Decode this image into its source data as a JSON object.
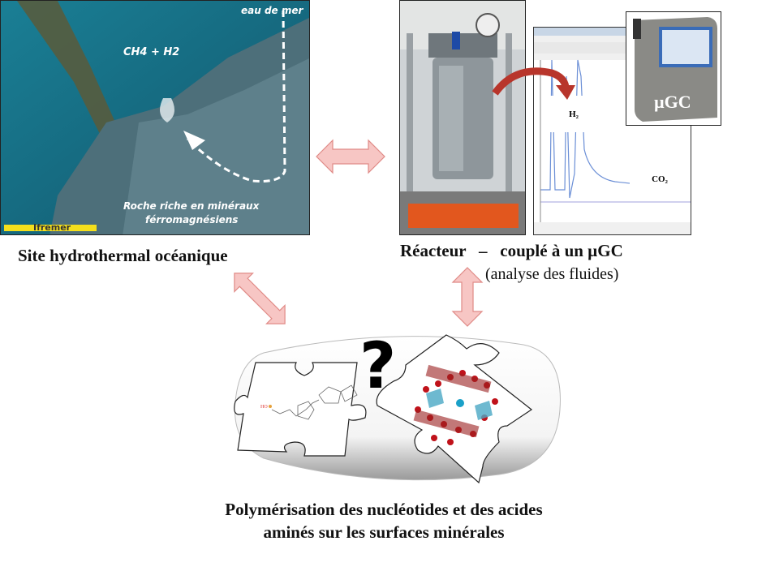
{
  "hydro_photo": {
    "labels": {
      "seawater": "eau de mer",
      "gases": "CH4 + H2",
      "rock_line1": "Roche riche en minéraux",
      "rock_line2": "férromagnésiens",
      "credit": "Ifremer"
    }
  },
  "chromatogram": {
    "peak_h2": "H₂",
    "peak_co2": "CO₂"
  },
  "ugc_label": "µGC",
  "captions": {
    "site": "Site hydrothermal océanique",
    "reactor": "Réacteur   –   couplé à un µGC",
    "reactor_sub": "(analyse des fluides)",
    "bottom_line1": "Polymérisation des nucléotides et des acides",
    "bottom_line2": "aminés sur les surfaces minérales"
  },
  "puzzle": {
    "question_mark": "?"
  },
  "colors": {
    "arrow_fill": "#f7c6c4",
    "arrow_stroke": "#e08a86",
    "curved_arrow": "#c0392b",
    "sea": "#1d6f8a"
  }
}
